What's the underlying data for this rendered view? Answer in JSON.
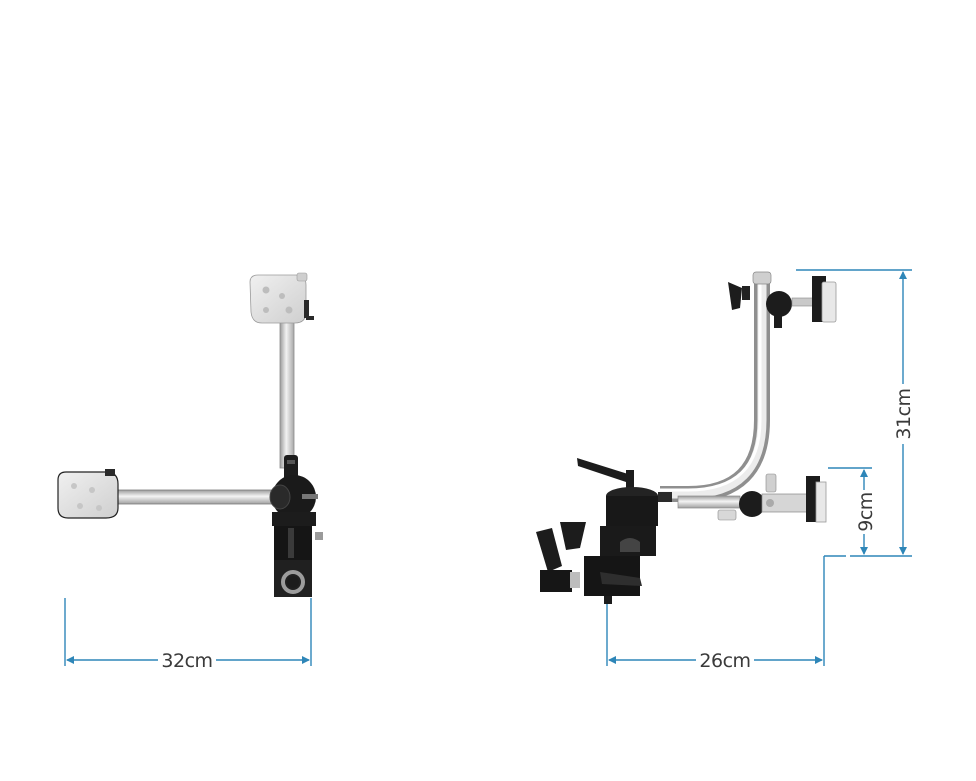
{
  "figure": {
    "left_view": {
      "width_label": "32cm"
    },
    "right_view": {
      "width_label": "26cm",
      "height_label": "31cm",
      "small_height_label": "9cm"
    }
  },
  "colors": {
    "dimension_line": "#2e86b8",
    "metal_tube": "#d6d6d6",
    "clamp_black": "#1c1c1c",
    "mount_plate": "#e2e2e2"
  }
}
